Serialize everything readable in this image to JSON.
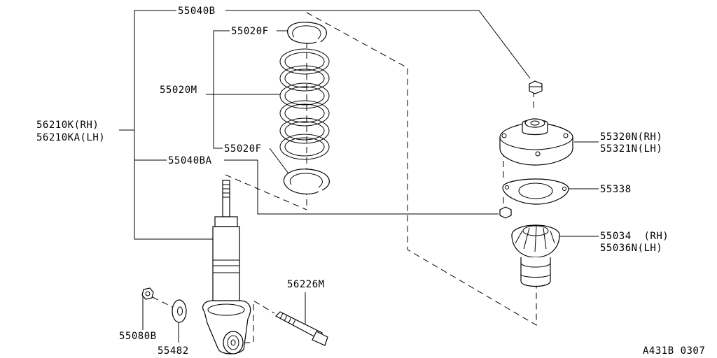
{
  "diagram_id": "A431B 0307",
  "labels": {
    "bound_nut_upper": "55040B",
    "spring_seat_upper": "55020F",
    "coil_spring": "55020M",
    "spring_seat_lower": "55020F",
    "strut_rh": "56210K(RH)",
    "strut_lh": "56210KA(LH)",
    "bound_nut_lower": "55040BA",
    "mount_rh": "55320N(RH)",
    "mount_lh": "55321N(LH)",
    "gasket": "55338",
    "bumper_rh": "55034  (RH)",
    "bumper_lh": "55036N(LH)",
    "bolt": "56226M",
    "nut": "55080B",
    "washer": "55482"
  }
}
